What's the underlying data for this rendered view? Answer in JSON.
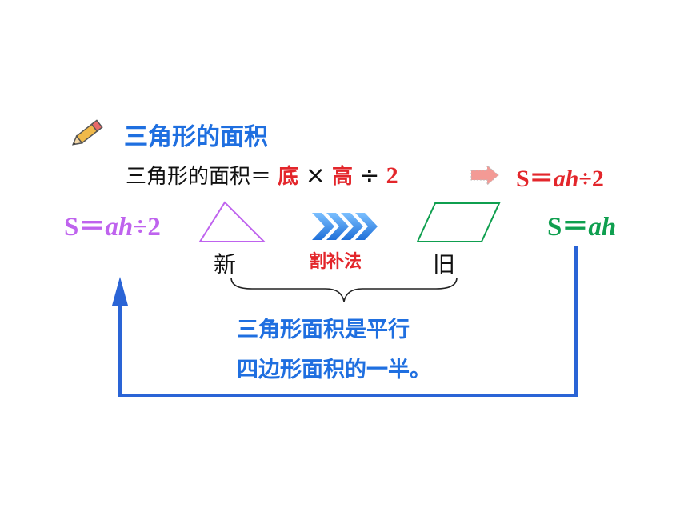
{
  "section": {
    "title": "三角形的面积",
    "icon": "pencil-icon"
  },
  "formula_text": {
    "prefix": "三角形的面积",
    "eq": "＝",
    "base": "底",
    "times": "×",
    "height": "高",
    "div": "÷",
    "two": "2"
  },
  "formulas": {
    "right_top": {
      "s": "S",
      "eq": "＝",
      "ah": "ah",
      "div": "÷",
      "two": "2"
    },
    "left": {
      "s": "S",
      "eq": "＝",
      "ah": "ah",
      "div": "÷",
      "two": "2"
    },
    "green": {
      "s": "S",
      "eq": "＝",
      "ah": "ah"
    }
  },
  "labels": {
    "new": "新",
    "method": "割补法",
    "old": "旧"
  },
  "note": {
    "line1": "三角形面积是平行",
    "line2": "四边形面积的一半。"
  },
  "colors": {
    "title_blue": "#1f6fe0",
    "formula_red": "#e3262b",
    "purple": "#bf63ee",
    "green": "#0f9f4f",
    "arrow_blue": "#2a64d6",
    "chevron_blue": "#3b8be8"
  }
}
